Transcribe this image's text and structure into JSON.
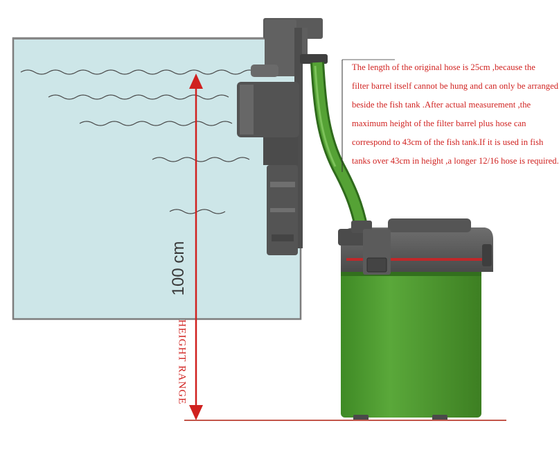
{
  "note": {
    "lines": [
      "The length of the original hose is 25cm ,because the",
      "filter barrel itself cannot be hung and can only be arranged",
      "beside the fish tank .After actual measurement ,the",
      "maximum height of the filter barrel plus hose can",
      "correspond to 43cm of the fish tank.If it is used in fish",
      "tanks over 43cm in height ,a longer 12/16 hose is required."
    ]
  },
  "measure": {
    "label": "100 cm"
  },
  "range": {
    "label": "HEIGHT RANGE"
  },
  "colors": {
    "water": "#cde6e8",
    "tank_border": "#7d7d7d",
    "annotation_red": "#d0211f",
    "canister_green": "#4e9a2e",
    "hose_green": "#4f9a32",
    "filter_grey": "#5d5d5d"
  }
}
